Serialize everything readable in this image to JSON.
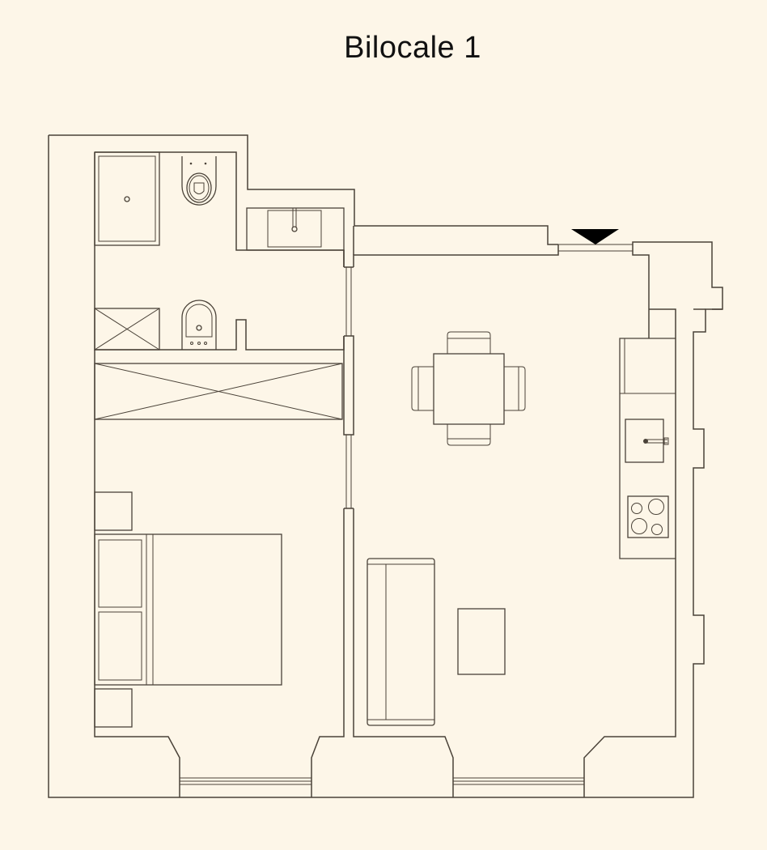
{
  "title": "Bilocale 1",
  "colors": {
    "background": "#fdf6e8",
    "line": "#4a4238",
    "entrance_marker": "#000000"
  },
  "plan": {
    "rooms": [
      {
        "name": "bathroom",
        "fixtures": [
          "shower-tray",
          "wc-toilet",
          "bidet",
          "washbasin",
          "storage-cabinet"
        ]
      },
      {
        "name": "bedroom",
        "fixtures": [
          "wardrobe",
          "double-bed",
          "nightstand-top",
          "nightstand-bottom"
        ]
      },
      {
        "name": "living-kitchen",
        "fixtures": [
          "dining-table",
          "chair-top",
          "chair-bottom",
          "chair-left",
          "chair-right",
          "sofa",
          "coffee-table",
          "kitchen-counter",
          "kitchen-sink",
          "cooktop",
          "fridge-column"
        ]
      }
    ],
    "entrance_icon": "triangle-down-icon",
    "windows": 2
  }
}
